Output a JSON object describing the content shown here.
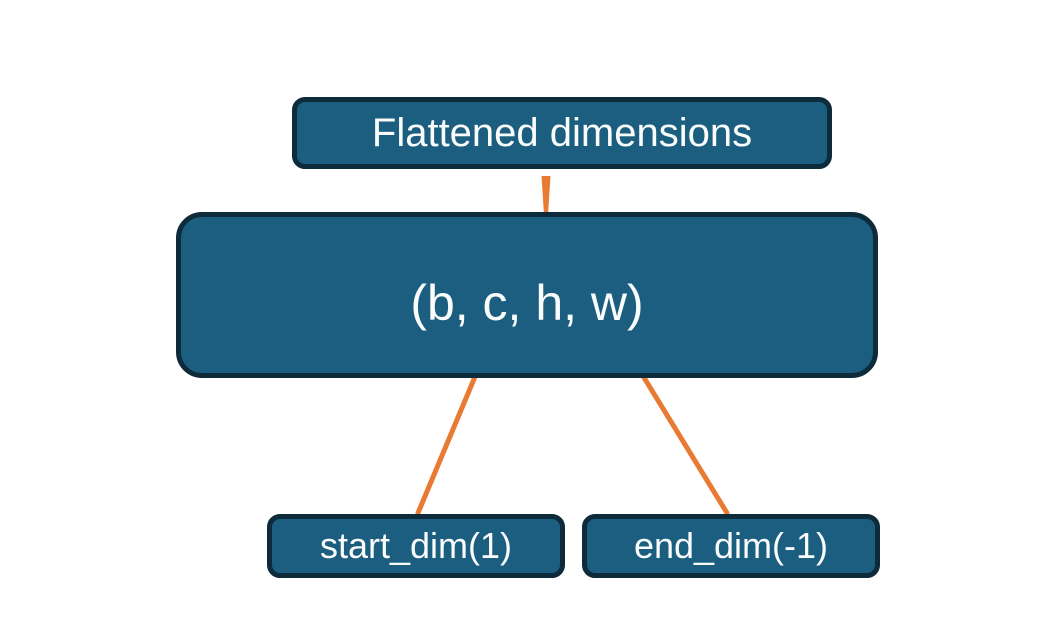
{
  "diagram": {
    "title_box": {
      "label": "Flattened dimensions"
    },
    "tensor_box": {
      "label": "(b, c, h, w)"
    },
    "start_dim_box": {
      "label": "start_dim(1)"
    },
    "end_dim_box": {
      "label": "end_dim(-1)"
    },
    "connectors": {
      "brace": "curly-brace-spanning-c-h-w",
      "stem": "stem-from-title-box-to-brace",
      "start_dim_arrow": "arrow-from-start-dim-box-to-dimension-c",
      "end_dim_arrow": "arrow-from-end-dim-box-to-dimension-w"
    },
    "colors": {
      "box_fill": "#1B5E80",
      "box_border": "#0D2B3B",
      "connector_orange": "#E87B33",
      "text": "#FAFCFC",
      "background": "#FFFFFF"
    }
  }
}
